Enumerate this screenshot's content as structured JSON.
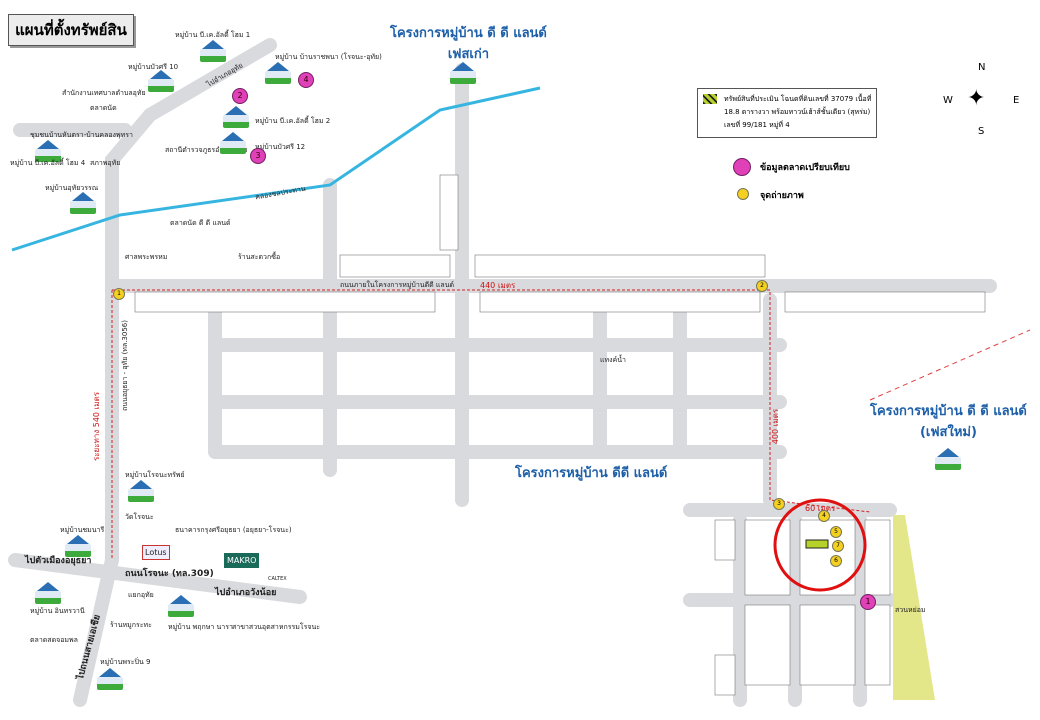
{
  "title": "แผนที่ตั้งทรัพย์สิน",
  "projects": {
    "old": "โครงการหมู่บ้าน ดี ดี แลนด์",
    "old_phase": "เฟสเก่า",
    "center": "โครงการหมู่บ้าน ดีดี แลนด์",
    "new": "โครงการหมู่บ้าน ดี ดี แลนด์",
    "new_phase": "(เฟสใหม่)"
  },
  "legend": {
    "subject": "ทรัพย์สินที่ประเมิน โฉนดที่ดินเลขที่ 37079 เนื้อที่ 18.8 ตารางวา พร้อมทาวน์เฮ้าส์ชั้นเดียว (สุหร่ม) เลขที่ 99/181 หมู่ที่ 4",
    "comparables": "ข้อมูลตลาดเปรียบเทียบ",
    "photo_points": "จุดถ่ายภาพ"
  },
  "compass": {
    "n": "N",
    "s": "S",
    "e": "E",
    "w": "W"
  },
  "distances": {
    "main": "440 เมตร",
    "vertical": "400 เมตร",
    "short": "60 เมตร",
    "left": "ระยะทาง 540 เมตร"
  },
  "roads": {
    "r309": "ถนนโรจนะ (ทล.309)",
    "to_city": "ไปตัวเมืองอยุธยา",
    "to_wangnoi": "ไปอำเภอวังน้อย",
    "to_asia": "ไปถนนสายเอเชีย",
    "r3056": "ถนนอยุธยา - อุทัย (ทล.3056)",
    "to_uthai": "ไปอำเภออุทัย",
    "inner": "ถนนภายในโครงการหมู่บ้านดีดี แลนด์",
    "canal": "คลองชลประทาน"
  },
  "places": [
    "หมู่บ้าน บี.เค.อัลดี้ โฮม 1",
    "หมู่บ้าน บ้านราชพนา (โรจนะ-อุทัย)",
    "หมู่บ้านบัวศรี 10",
    "สำนักงานเทศบาลตำบลอุทัย",
    "ตลาดนัด",
    "ชุมชนบ้านหันตรา-บ้านคลองพุทรา",
    "หมู่บ้าน บี.เค.อัลดี้ โฮม 4",
    "สภาพอุทัย",
    "หมู่บ้าน บี.เค.อัลดี้ โฮม 2",
    "สถานีตำรวจภูธรอำเภออุทัย",
    "หมู่บ้านบัวศรี 12",
    "หมู่บ้านอุทัยวรรณ",
    "ตลาดนัด ดี ดี แลนด์",
    "ศาลพระพรหม",
    "ร้านสะดวกซื้อ",
    "หมู่บ้านโรจนะทรัพย์",
    "วัดโรจนะ",
    "ธนาคารกรุงศรีอยุธยา (อยุธยา-โรจนะ)",
    "หมู่บ้านชมนารี",
    "Lotus",
    "MAKRO",
    "CALTEX",
    "หมู่บ้าน อินทรวานี",
    "ตลาดสดจอมพล",
    "ร้านหมูกระทะ",
    "หมู่บ้าน พฤกษา นารา",
    "หมู่บ้านพระปิ่น 9",
    "แยกอุทัย",
    "สาขาสวนอุตสาหกรรมโรจนะ",
    "แทงค์น้ำ",
    "สวนหย่อม"
  ],
  "colors": {
    "road": "#d9dade",
    "canal": "#36b5e0",
    "route": "#d82020",
    "subject_circle": "#e01010",
    "marker": "#e040b8"
  }
}
